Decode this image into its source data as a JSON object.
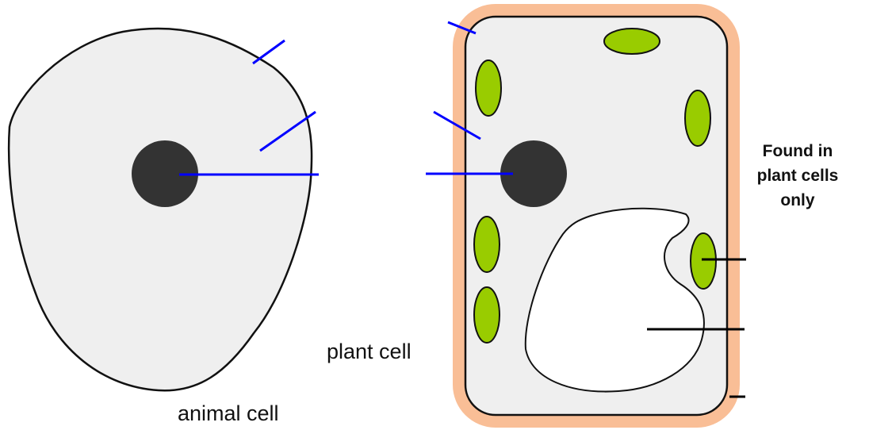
{
  "labels": {
    "animal_cell": "animal cell",
    "plant_cell": "plant cell",
    "plant_only_note": [
      "Found in",
      "plant cells",
      "only"
    ]
  },
  "colors": {
    "background": "#ffffff",
    "cytoplasm": "#efefef",
    "cell_outline": "#111111",
    "nucleus": "#333333",
    "cell_wall": "#f9be96",
    "chloroplast": "#99cc00",
    "vacuole": "#ffffff",
    "pointer_animal_features": "#0000ff",
    "pointer_plant_only_features": "#000000"
  },
  "icons": {
    "animal_cell": "animal-cell-icon",
    "plant_cell": "plant-cell-icon",
    "nucleus": "nucleus-icon",
    "chloroplast": "chloroplast-icon",
    "vacuole": "vacuole-icon",
    "cell_wall": "cell-wall-icon"
  }
}
